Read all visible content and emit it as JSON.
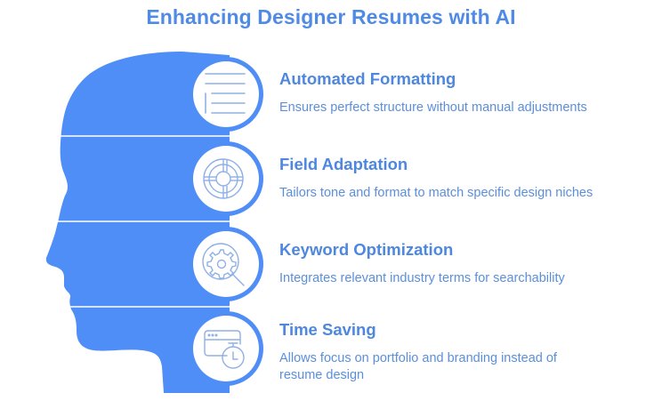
{
  "title": "Enhancing Designer Resumes with AI",
  "colors": {
    "accent": "#4f8ef7",
    "title": "#4f8ae6",
    "icon_stroke": "#8fb0e6",
    "background": "#ffffff"
  },
  "items": [
    {
      "icon": "document-lines-icon",
      "title": "Automated Formatting",
      "description": "Ensures perfect structure without manual adjustments"
    },
    {
      "icon": "target-wheel-icon",
      "title": "Field Adaptation",
      "description": "Tailors tone and format to match specific design niches"
    },
    {
      "icon": "gear-search-icon",
      "title": "Keyword Optimization",
      "description": "Integrates relevant industry terms for searchability"
    },
    {
      "icon": "browser-timer-icon",
      "title": "Time Saving",
      "description": "Allows focus on portfolio and branding instead of resume design"
    }
  ]
}
